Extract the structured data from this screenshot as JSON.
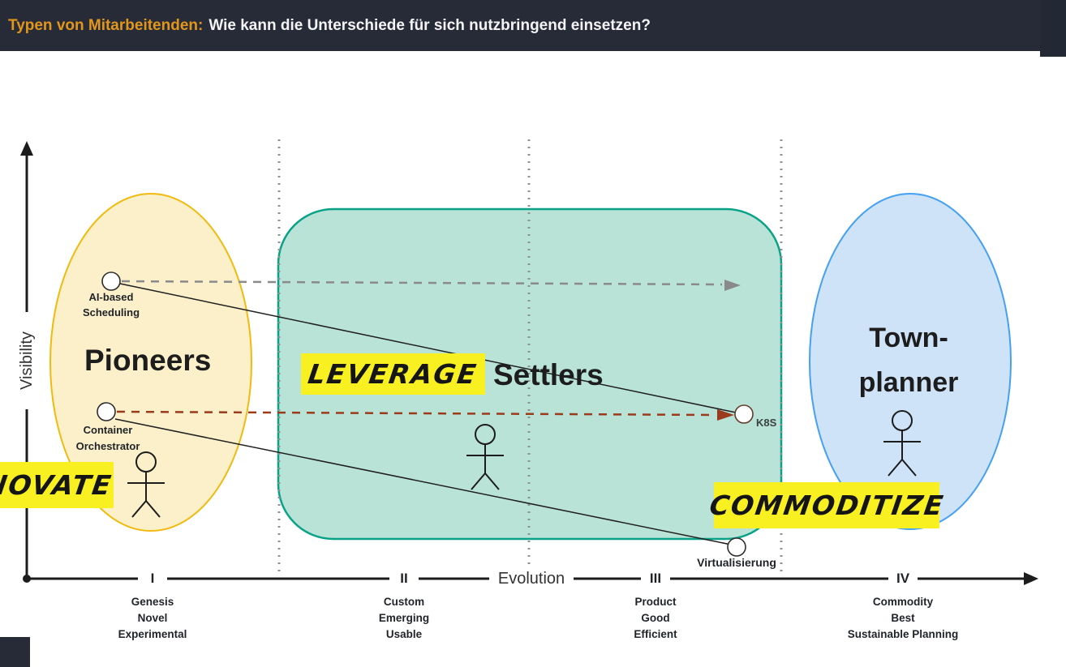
{
  "header": {
    "highlight": "Typen von Mitarbeitenden:",
    "question": "Wie kann die Unterschiede für sich nutzbringend einsetzen?"
  },
  "axes": {
    "y_label": "Visibility",
    "x_label": "Evolution"
  },
  "stages": [
    {
      "numeral": "I",
      "lines": [
        "Genesis",
        "Novel",
        "Experimental"
      ]
    },
    {
      "numeral": "II",
      "lines": [
        "Custom",
        "Emerging",
        "Usable"
      ]
    },
    {
      "numeral": "III",
      "lines": [
        "Product",
        "Good",
        "Efficient"
      ]
    },
    {
      "numeral": "IV",
      "lines": [
        "Commodity",
        "Best",
        "Sustainable Planning"
      ]
    }
  ],
  "groups": {
    "pioneers": {
      "title": "Pioneers"
    },
    "settlers": {
      "title": "Settlers"
    },
    "townplanner": {
      "title_line1": "Town-",
      "title_line2": "planner"
    }
  },
  "highlights": {
    "innovate": "NOVATE",
    "leverage": "LEVERAGE",
    "commoditize": "COMMODITIZE"
  },
  "points": {
    "ai_scheduling": {
      "label_line1": "AI-based",
      "label_line2": "Scheduling"
    },
    "container_orchestrator": {
      "label_line1": "Container",
      "label_line2": "Orchestrator"
    },
    "k8s": {
      "label": "K8S"
    },
    "virtualisierung": {
      "label": "Virtualisierung"
    }
  },
  "icons": {
    "stick_figure": "stick-figure-icon",
    "axis_arrow": "arrow-head-icon"
  },
  "colors": {
    "header_bg": "#262B37",
    "accent_orange": "#E2971B",
    "header_text": "#F4F4F4",
    "highlight_yellow": "#F8F020",
    "pioneers_fill": "#FBF0C9",
    "pioneers_border": "#F1BA0E",
    "settlers_fill": "#B9E3D7",
    "settlers_border": "#09A287",
    "townplanner_fill": "#CEE3F8",
    "townplanner_border": "#44A0F3",
    "arrow_gray": "#8A8A8A",
    "arrow_red": "#9A3B1E",
    "line_dark": "#1F1F1F",
    "separator_gray": "#8E9494"
  }
}
